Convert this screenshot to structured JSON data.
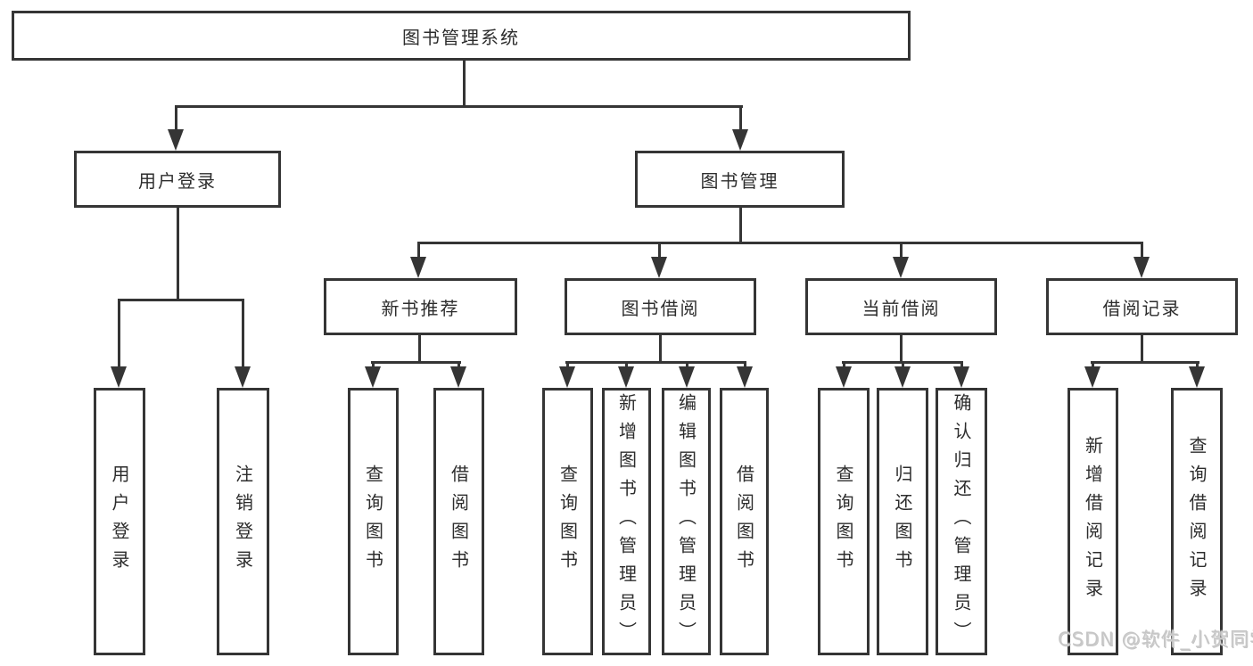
{
  "diagram": {
    "root": {
      "label": "图书管理系统"
    },
    "branches": [
      {
        "label": "用户登录",
        "children": [
          {
            "label": "用户登录"
          },
          {
            "label": "注销登录"
          }
        ]
      },
      {
        "label": "图书管理",
        "children": [
          {
            "label": "新书推荐",
            "children": [
              {
                "label": "查询图书"
              },
              {
                "label": "借阅图书"
              }
            ]
          },
          {
            "label": "图书借阅",
            "children": [
              {
                "label": "查询图书"
              },
              {
                "label": "新增图书（管理员）"
              },
              {
                "label": "编辑图书（管理员）"
              },
              {
                "label": "借阅图书"
              }
            ]
          },
          {
            "label": "当前借阅",
            "children": [
              {
                "label": "查询图书"
              },
              {
                "label": "归还图书"
              },
              {
                "label": "确认归还（管理员）"
              }
            ]
          },
          {
            "label": "借阅记录",
            "children": [
              {
                "label": "新增借阅记录"
              },
              {
                "label": "查询借阅记录"
              }
            ]
          }
        ]
      }
    ]
  },
  "watermark": {
    "text": "CSDN @软件_小贺同学"
  },
  "colors": {
    "line": "#353535",
    "text": "#2d2d2d",
    "background": "#ffffff"
  }
}
